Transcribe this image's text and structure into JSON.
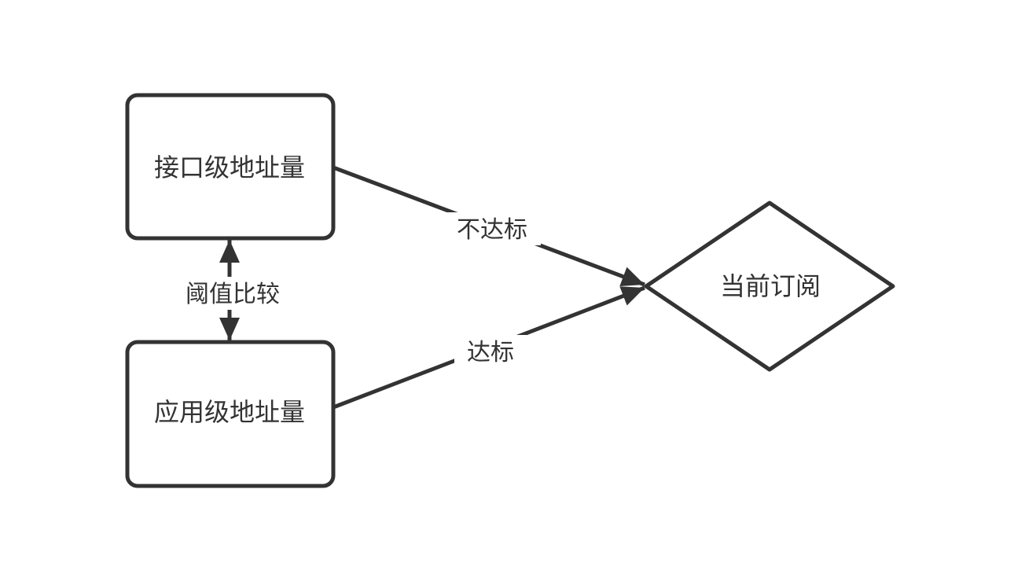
{
  "theme": {
    "background": "#ffffff",
    "line_color": "#333333",
    "text_color": "#333333",
    "node_fill": "#ffffff"
  },
  "diagram": {
    "type": "flowchart",
    "nodes": {
      "interface": {
        "shape": "rounded-rectangle",
        "label": "接口级地址量"
      },
      "application": {
        "shape": "rounded-rectangle",
        "label": "应用级地址量"
      },
      "subscription": {
        "shape": "diamond",
        "label": "当前订阅"
      }
    },
    "edges": {
      "interface_to_subscription": {
        "from": "interface",
        "to": "subscription",
        "label": "不达标",
        "arrow": "single"
      },
      "application_to_subscription": {
        "from": "application",
        "to": "subscription",
        "label": "达标",
        "arrow": "single"
      },
      "interface_application_compare": {
        "from": "interface",
        "to": "application",
        "label": "阈值比较",
        "arrow": "double"
      }
    }
  }
}
